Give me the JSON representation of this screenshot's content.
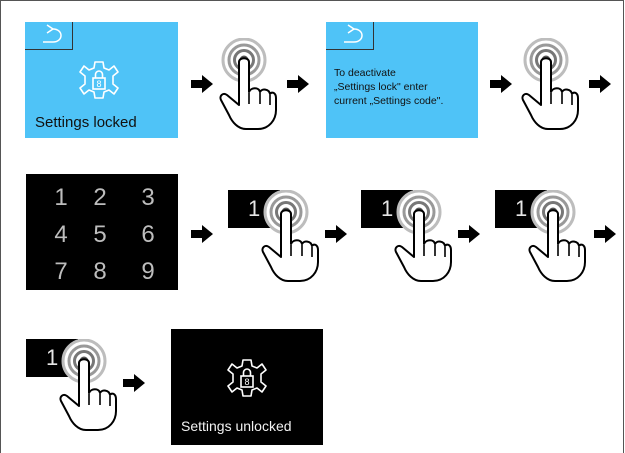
{
  "step1": {
    "status_text": "Settings locked"
  },
  "step2": {
    "line1": "To deactivate",
    "line2": "„Settings lock\" enter",
    "line3": "current „Settings code\"."
  },
  "keypad": {
    "keys": [
      "1",
      "2",
      "3",
      "4",
      "5",
      "6",
      "7",
      "8",
      "9"
    ]
  },
  "entry": {
    "digit": "1"
  },
  "final": {
    "status_text": "Settings unlocked"
  },
  "icons": {
    "settings": "gear-lock-icon",
    "back": "back-arrow-icon",
    "tap": "finger-tap-icon",
    "arrow": "right-arrow-icon"
  },
  "colors": {
    "screen_blue": "#4fc3f7",
    "screen_black": "#000000"
  }
}
